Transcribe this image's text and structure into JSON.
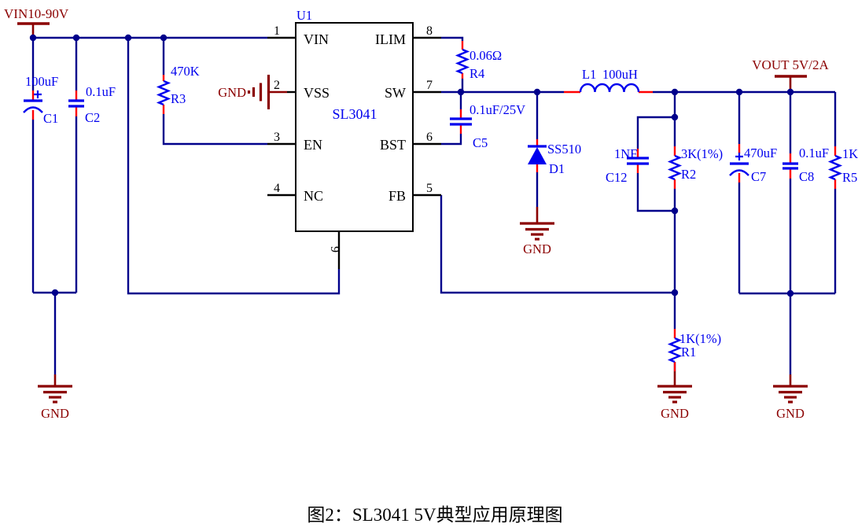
{
  "caption": "图2：SL3041 5V典型应用原理图",
  "nets": {
    "vin": "VIN10-90V",
    "vout": "VOUT 5V/2A",
    "gnd": "GND"
  },
  "ic": {
    "ref": "U1",
    "part": "SL3041",
    "left_pins": [
      {
        "num": "1",
        "name": "VIN"
      },
      {
        "num": "2",
        "name": "VSS"
      },
      {
        "num": "3",
        "name": "EN"
      },
      {
        "num": "4",
        "name": "NC"
      }
    ],
    "right_pins": [
      {
        "num": "8",
        "name": "ILIM"
      },
      {
        "num": "7",
        "name": "SW"
      },
      {
        "num": "6",
        "name": "BST"
      },
      {
        "num": "5",
        "name": "FB"
      }
    ],
    "bottom_pin": {
      "num": "9"
    }
  },
  "components": {
    "c1": {
      "ref": "C1",
      "value": "100uF"
    },
    "c2": {
      "ref": "C2",
      "value": "0.1uF"
    },
    "r3": {
      "ref": "R3",
      "value": "470K"
    },
    "r4": {
      "ref": "R4",
      "value": "0.06Ω"
    },
    "c5": {
      "ref": "C5",
      "value": "0.1uF/25V"
    },
    "d1": {
      "ref": "D1",
      "value": "SS510"
    },
    "l1": {
      "ref": "L1",
      "value": "100uH"
    },
    "c12": {
      "ref": "C12",
      "value": "1NF"
    },
    "r2": {
      "ref": "R2",
      "value": "3K(1%)"
    },
    "r1": {
      "ref": "R1",
      "value": "1K(1%)"
    },
    "c7": {
      "ref": "C7",
      "value": "470uF"
    },
    "c8": {
      "ref": "C8",
      "value": "0.1uF"
    },
    "r5": {
      "ref": "R5",
      "value": "1K"
    }
  },
  "colors": {
    "wire": "#00008B",
    "component": "#0000EE",
    "pin_stub": "#FF0000",
    "power_net": "#8B0000",
    "ic_outline": "#000000"
  }
}
